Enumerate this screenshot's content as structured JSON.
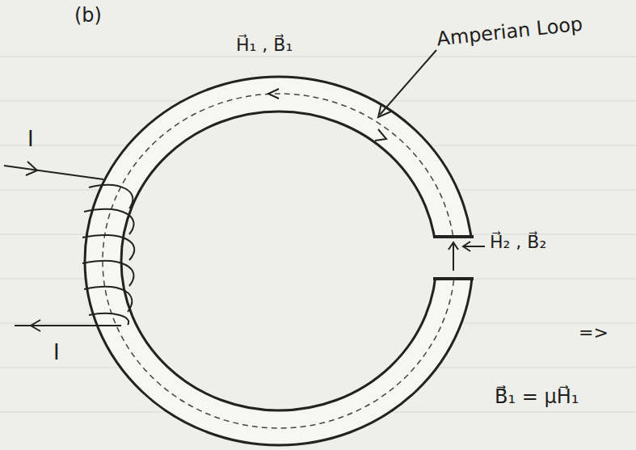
{
  "diagram": {
    "labels": [
      "(b)",
      "Amperian Loop",
      "H⃗₁ , B⃗₁",
      "I",
      "I",
      "H⃗₂ , B⃗₂",
      "=>",
      "B⃗₁ = μH⃗₁"
    ]
  }
}
